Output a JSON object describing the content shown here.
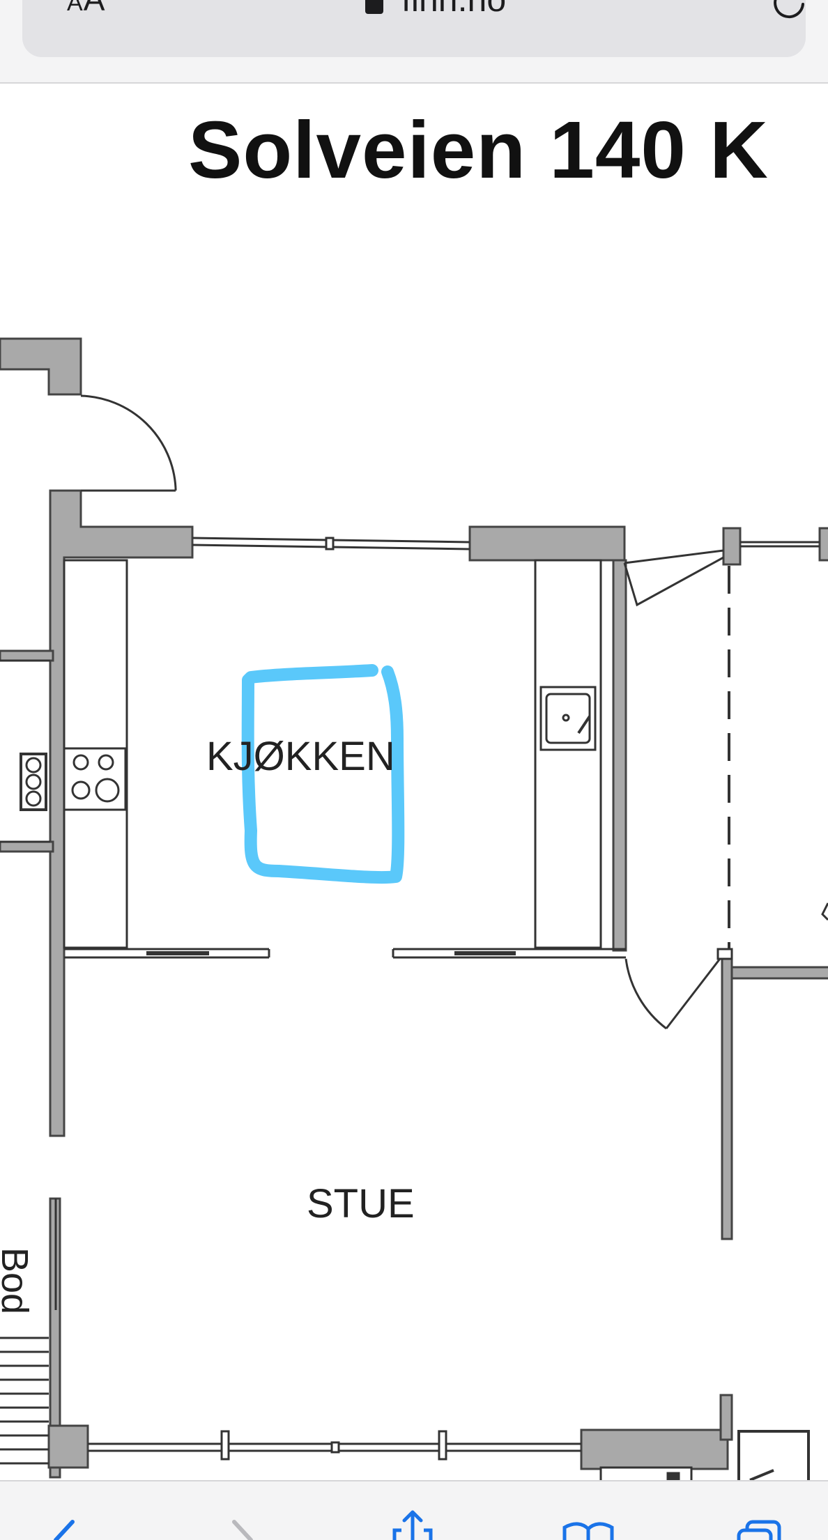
{
  "browser": {
    "text_size_label": "AA",
    "url": "finn.no"
  },
  "plan": {
    "title": "Solveien 140 K",
    "rooms": {
      "kitchen": "KJØKKEN",
      "living": "STUE",
      "side": "Bod"
    }
  },
  "annotation": {
    "color": "#5ac8fa"
  },
  "colors": {
    "wall": "#a9a9a9",
    "line": "#333333",
    "toolbar_icon": "#1a73e8"
  },
  "toolbar": {
    "icons": [
      "back-icon",
      "forward-icon",
      "share-icon",
      "bookmarks-icon",
      "tabs-icon"
    ]
  }
}
